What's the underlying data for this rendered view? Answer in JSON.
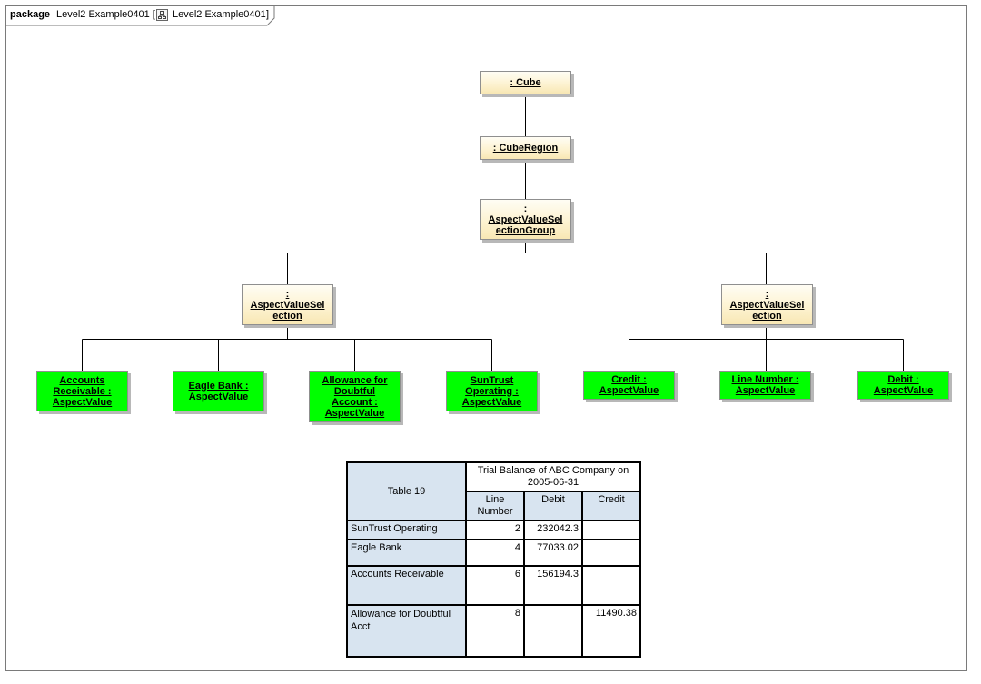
{
  "package": {
    "keyword": "package",
    "name": "Level2 Example0401 [",
    "diagram_name": "Level2 Example0401",
    "close": "]",
    "diagram_icon": "diagram-icon"
  },
  "nodes": {
    "cube": ": Cube",
    "cube_region": ": CubeRegion",
    "group": ":\nAspectValueSel\nectionGroup",
    "selection_left": ":\nAspectValueSel\nection",
    "selection_right": ":\nAspectValueSel\nection",
    "accounts_receivable": "Accounts\nReceivable :\nAspectValue",
    "eagle_bank": "Eagle Bank :\nAspectValue",
    "allowance": "Allowance for\nDoubtful\nAccount :\nAspectValue",
    "suntrust": "SunTrust\nOperating :\nAspectValue",
    "credit": "Credit :\nAspectValue",
    "line_number": "Line Number :\nAspectValue",
    "debit": "Debit :\nAspectValue"
  },
  "colors": {
    "object_fill": "#fdf3d2",
    "value_fill": "#00ff00",
    "table_header": "#d8e4f0"
  },
  "table": {
    "label": "Table 19",
    "title": "Trial Balance of ABC Company on 2005-06-31",
    "columns": [
      "Line Number",
      "Debit",
      "Credit"
    ],
    "rows": [
      {
        "account": "SunTrust Operating",
        "line": "2",
        "debit": "232042.3",
        "credit": ""
      },
      {
        "account": "Eagle Bank",
        "line": "4",
        "debit": "77033.02",
        "credit": ""
      },
      {
        "account": "Accounts Receivable",
        "line": "6",
        "debit": "156194.3",
        "credit": ""
      },
      {
        "account": "Allowance for Doubtful Acct",
        "line": "8",
        "debit": "",
        "credit": "11490.38"
      }
    ]
  }
}
